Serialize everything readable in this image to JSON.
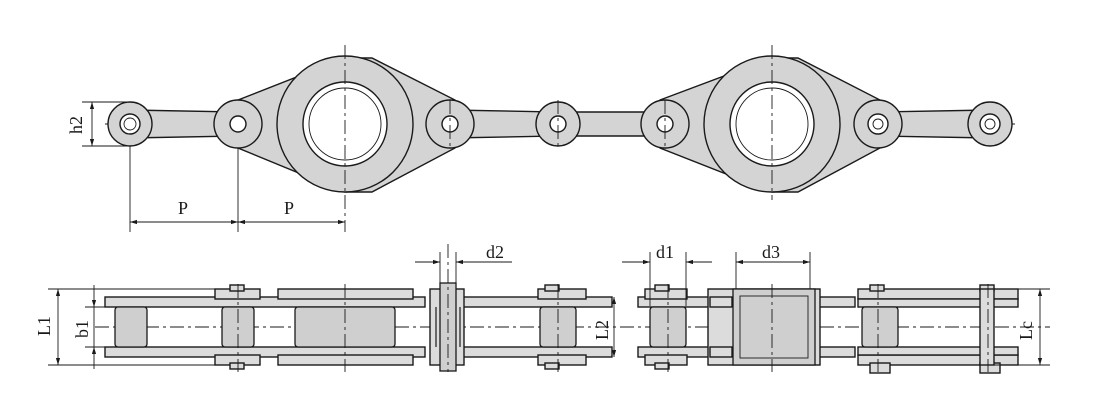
{
  "labels": {
    "h2": "h2",
    "p_left": "P",
    "p_right": "P",
    "d2": "d2",
    "d1": "d1",
    "d3": "d3",
    "l1": "L1",
    "b1": "b1",
    "l2": "L2",
    "lc": "Lc"
  }
}
